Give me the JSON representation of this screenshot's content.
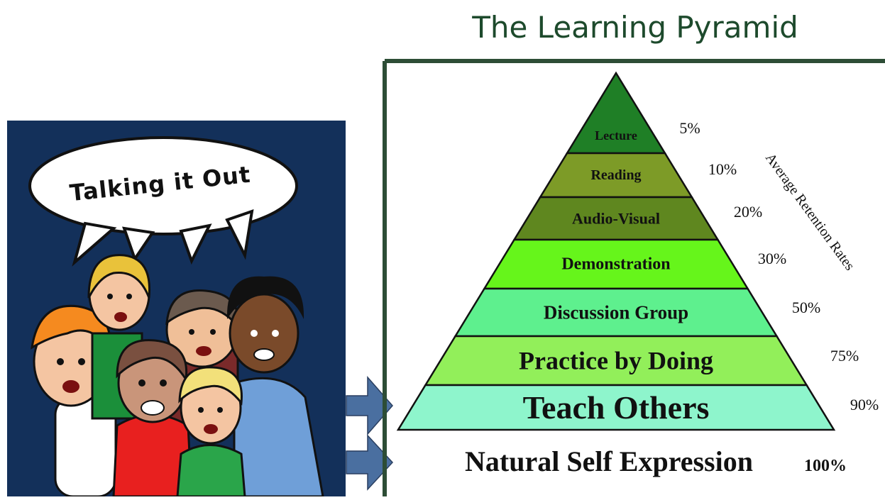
{
  "title": "The Learning Pyramid",
  "speech_bubble": "Talking it Out",
  "retention_axis_label": "Average Retention Rates",
  "pyramid": [
    {
      "label": "Lecture",
      "percent": "5%",
      "fill": "#1f7f26"
    },
    {
      "label": "Reading",
      "percent": "10%",
      "fill": "#7d9b27"
    },
    {
      "label": "Audio-Visual",
      "percent": "20%",
      "fill": "#5f871f"
    },
    {
      "label": "Demonstration",
      "percent": "30%",
      "fill": "#66f51b"
    },
    {
      "label": "Discussion Group",
      "percent": "50%",
      "fill": "#5ef08e"
    },
    {
      "label": "Practice by Doing",
      "percent": "75%",
      "fill": "#92ef5a"
    },
    {
      "label": "Teach Others",
      "percent": "90%",
      "fill": "#8ef5cc"
    }
  ],
  "base": {
    "label": "Natural Self Expression",
    "percent": "100%"
  },
  "colors": {
    "frame": "#2d4d36",
    "panel": "#13305a",
    "arrow": "#4a6fa0",
    "title": "#1d4a2c"
  }
}
